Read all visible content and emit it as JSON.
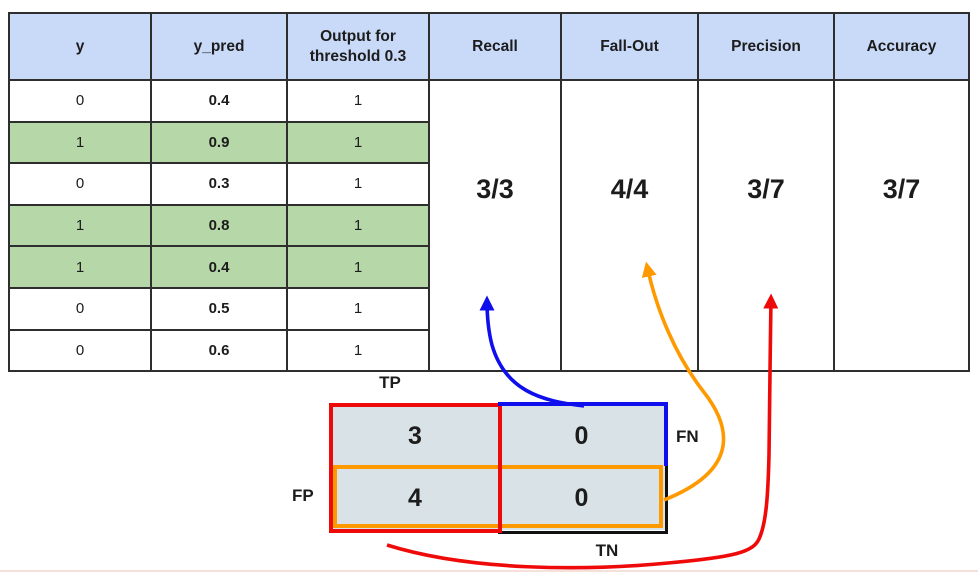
{
  "table": {
    "headers": [
      "y",
      "y_pred",
      "Output for threshold 0.3",
      "Recall",
      "Fall-Out",
      "Precision",
      "Accuracy"
    ],
    "rows": [
      {
        "y": "0",
        "y_pred": "0.4",
        "output": "1",
        "highlight": false
      },
      {
        "y": "1",
        "y_pred": "0.9",
        "output": "1",
        "highlight": true
      },
      {
        "y": "0",
        "y_pred": "0.3",
        "output": "1",
        "highlight": false
      },
      {
        "y": "1",
        "y_pred": "0.8",
        "output": "1",
        "highlight": true
      },
      {
        "y": "1",
        "y_pred": "0.4",
        "output": "1",
        "highlight": true
      },
      {
        "y": "0",
        "y_pred": "0.5",
        "output": "1",
        "highlight": false
      },
      {
        "y": "0",
        "y_pred": "0.6",
        "output": "1",
        "highlight": false
      }
    ],
    "metrics": {
      "recall": "3/3",
      "fallout": "4/4",
      "precision": "3/7",
      "accuracy": "3/7"
    }
  },
  "confusion_matrix": {
    "values": {
      "tp": "3",
      "fn": "0",
      "fp": "4",
      "tn": "0"
    },
    "labels": {
      "tp": "TP",
      "fn": "FN",
      "fp": "FP",
      "tn": "TN"
    }
  },
  "colors": {
    "header-bg": "#c9daf8",
    "row-green": "#b6d7a8",
    "matrix-fill": "#d9e2e7",
    "red": "#ef0a0a",
    "blue": "#0f0fee",
    "orange": "#ff9900",
    "black": "#111111"
  }
}
